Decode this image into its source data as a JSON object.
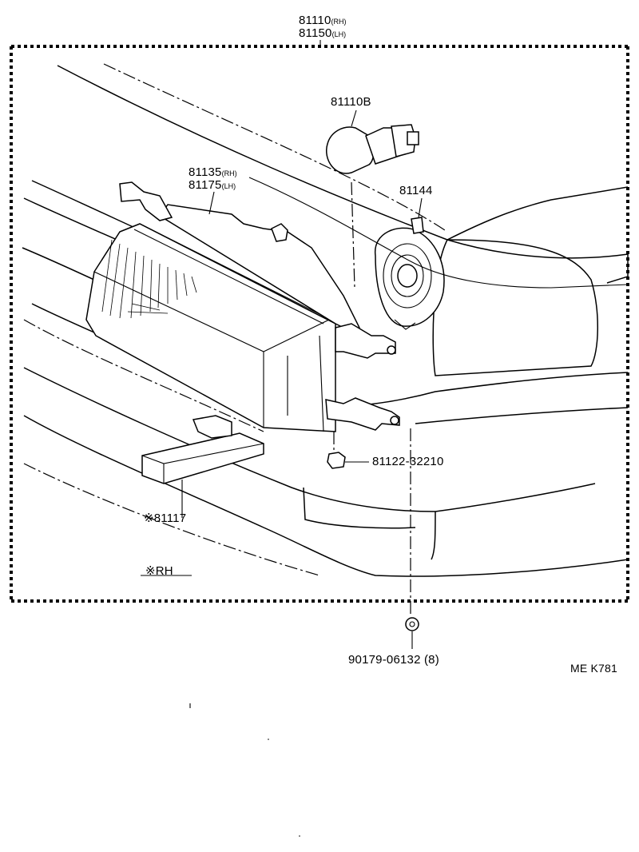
{
  "labels": {
    "headlamp_rh": {
      "num": "81110",
      "suffix": "(RH)"
    },
    "headlamp_lh": {
      "num": "81150",
      "suffix": "(LH)"
    },
    "bulb": "81110B",
    "housing_rh": {
      "num": "81135",
      "suffix": "(RH)"
    },
    "housing_lh": {
      "num": "81175",
      "suffix": "(LH)"
    },
    "bulb_socket": "81144",
    "adjuster": "81122-32210",
    "side_marker": "※81117",
    "side_marker_note": "※RH",
    "nut": "90179-06132 (8)",
    "drawing_code": "ME K781"
  }
}
